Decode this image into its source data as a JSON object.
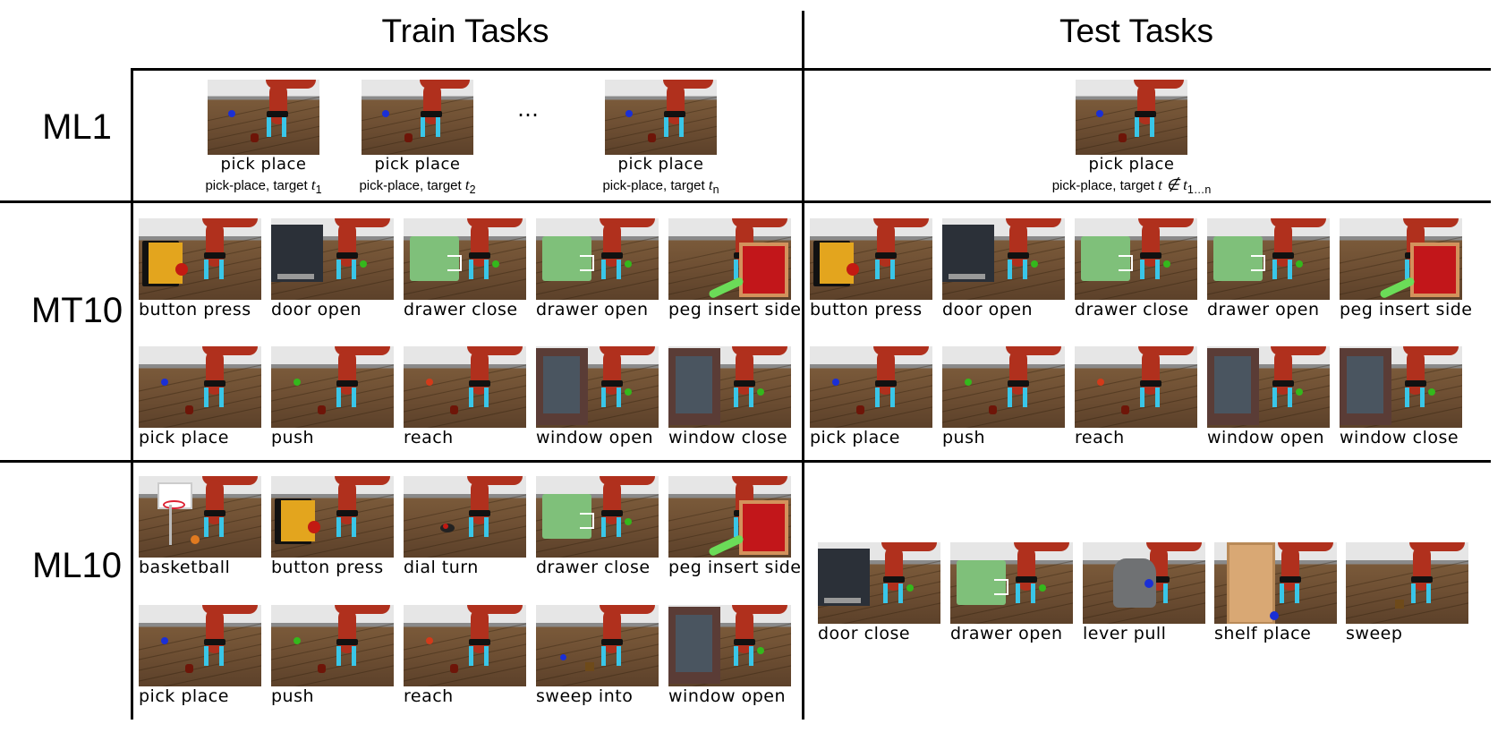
{
  "headers": {
    "train": "Train Tasks",
    "test": "Test Tasks"
  },
  "rows": {
    "ml1": "ML1",
    "mt10": "MT10",
    "ml10": "ML10"
  },
  "ml1": {
    "train": [
      {
        "label": "pick place",
        "sub_prefix": "pick-place, target ",
        "sub_var": "t",
        "sub_idx": "1"
      },
      {
        "label": "pick place",
        "sub_prefix": "pick-place, target ",
        "sub_var": "t",
        "sub_idx": "2"
      },
      {
        "label": "pick place",
        "sub_prefix": "pick-place, target ",
        "sub_var": "t",
        "sub_idx": "n"
      }
    ],
    "ellipsis": "…",
    "test": {
      "label": "pick place",
      "sub_prefix": "pick-place, target ",
      "sub_var": "t ∉ t",
      "sub_idx": "1…n"
    }
  },
  "mt10": {
    "tasks": [
      "button press",
      "door open",
      "drawer close",
      "drawer open",
      "peg insert side",
      "pick place",
      "push",
      "reach",
      "window open",
      "window close"
    ]
  },
  "ml10": {
    "train": [
      "basketball",
      "button press",
      "dial turn",
      "drawer close",
      "peg insert side",
      "pick place",
      "push",
      "reach",
      "sweep into",
      "window open"
    ],
    "test": [
      "door close",
      "drawer open",
      "lever pull",
      "shelf place",
      "sweep"
    ]
  }
}
